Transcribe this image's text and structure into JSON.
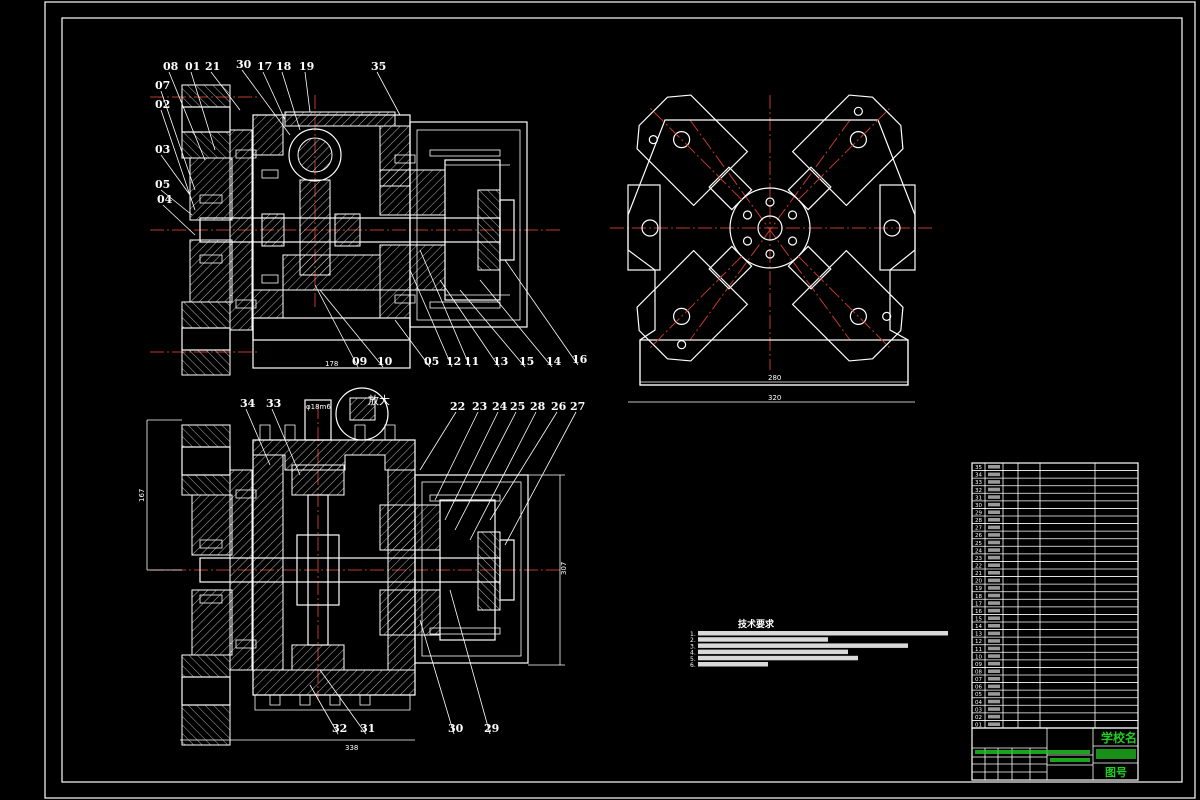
{
  "drawing": {
    "colors": {
      "background": "#000000",
      "lines": "#ffffff",
      "centerlines": "#c0392b",
      "title_block_text": "#22cc22"
    },
    "front_view_labels": [
      "08",
      "01",
      "21",
      "30",
      "17",
      "18",
      "19",
      "35",
      "07",
      "02",
      "03",
      "05",
      "04",
      "09",
      "10",
      "05",
      "12",
      "11",
      "13",
      "15",
      "14",
      "16"
    ],
    "bottom_view_labels": [
      "34",
      "33",
      "22",
      "23",
      "24",
      "25",
      "28",
      "26",
      "27",
      "32",
      "31",
      "30",
      "29"
    ],
    "detail_label": "放大",
    "fit_label": "φ18m6",
    "dimensions": {
      "front_width": "178",
      "bottom_width": "338",
      "bottom_height_left": "167",
      "bottom_height_right": "307",
      "side_inner": "280",
      "side_outer": "320"
    }
  },
  "technical_requirements": {
    "title": "技术要求",
    "items": [
      "1.",
      "2.",
      "3.",
      "4.",
      "5.",
      "6."
    ]
  },
  "title_block": {
    "school": "学校名",
    "drawing_no": "图号"
  },
  "parts_list": {
    "numbers": [
      "35",
      "34",
      "33",
      "32",
      "31",
      "30",
      "29",
      "28",
      "27",
      "26",
      "25",
      "24",
      "23",
      "22",
      "21",
      "20",
      "19",
      "18",
      "17",
      "16",
      "15",
      "14",
      "13",
      "12",
      "11",
      "10",
      "09",
      "08",
      "07",
      "06",
      "05",
      "04",
      "03",
      "02",
      "01"
    ]
  }
}
